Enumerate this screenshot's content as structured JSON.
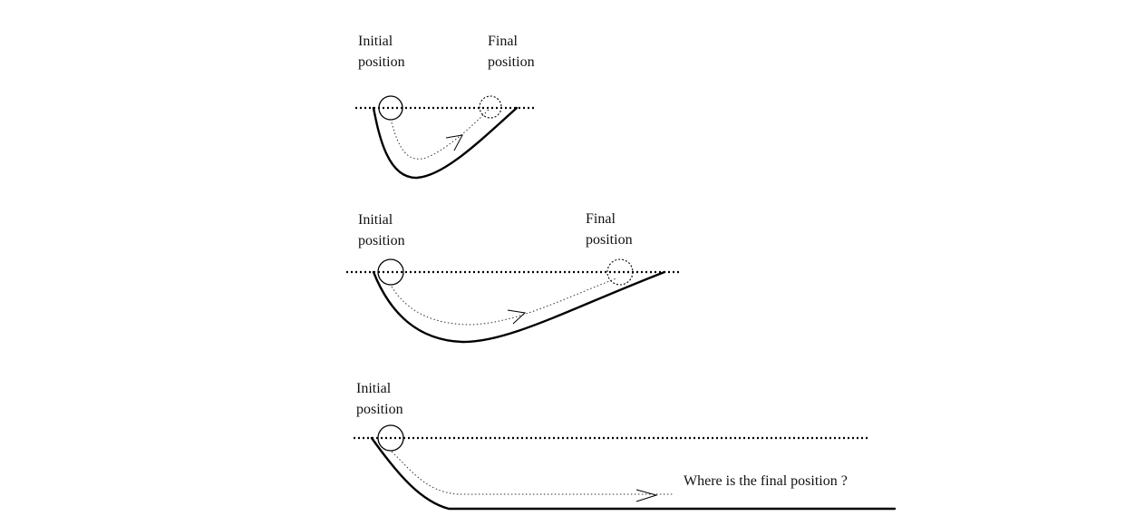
{
  "panels": [
    {
      "initial_label_line1": "Initial",
      "initial_label_line2": "position",
      "final_label_line1": "Final",
      "final_label_line2": "position"
    },
    {
      "initial_label_line1": "Initial",
      "initial_label_line2": "position",
      "final_label_line1": "Final",
      "final_label_line2": "position"
    },
    {
      "initial_label_line1": "Initial",
      "initial_label_line2": "position",
      "question": "Where is the final position ?"
    }
  ]
}
